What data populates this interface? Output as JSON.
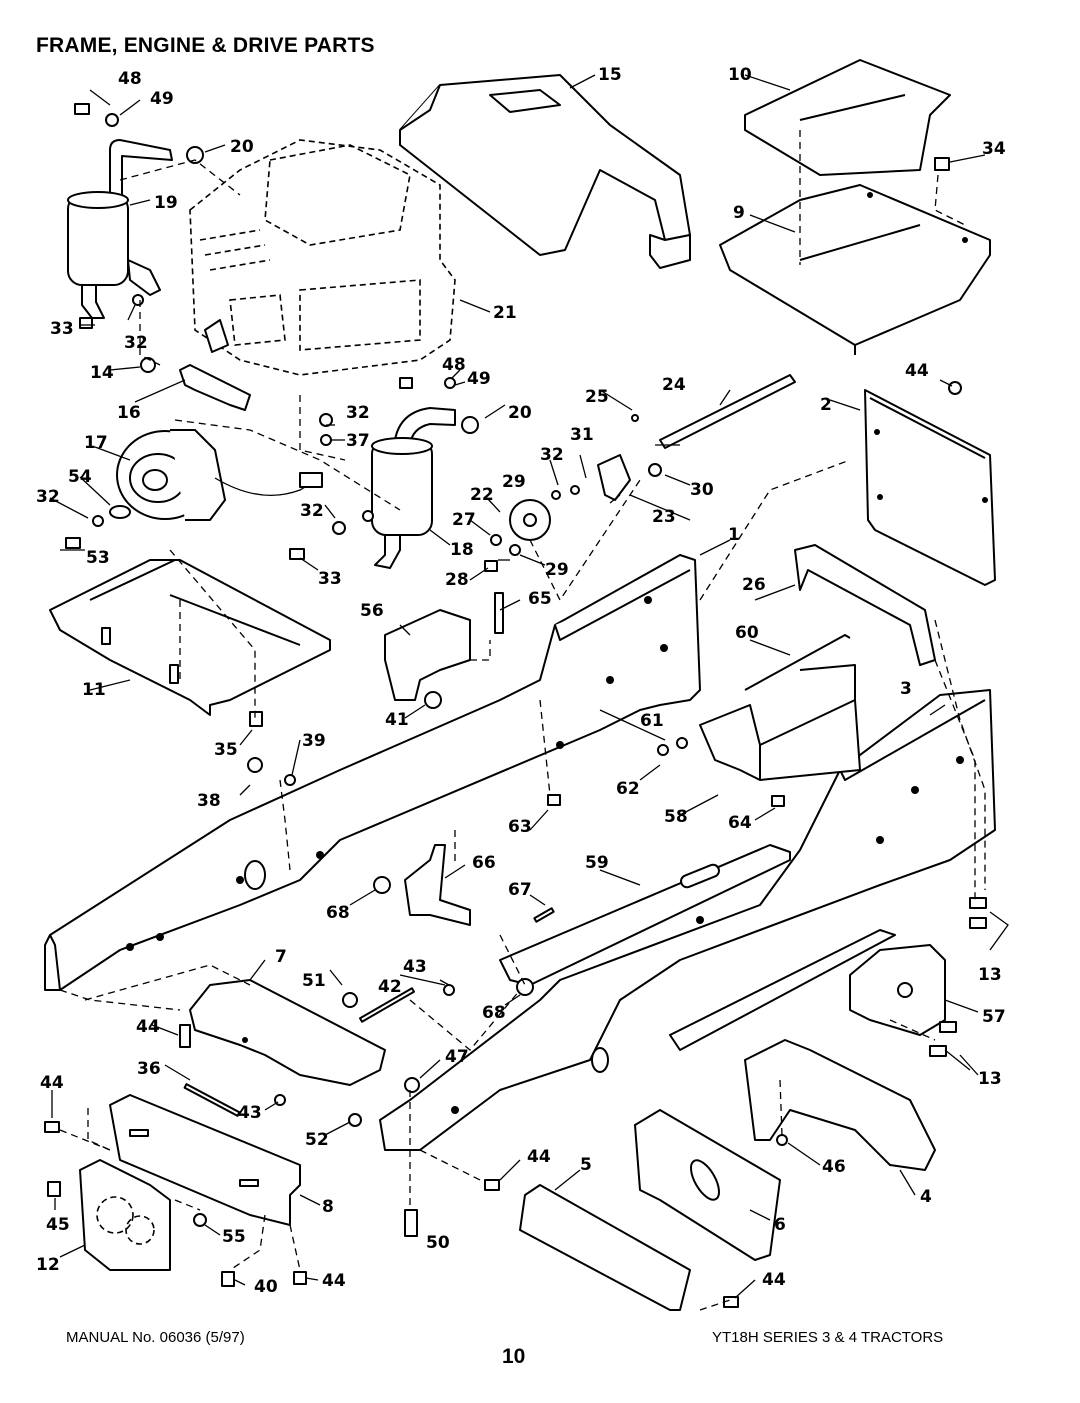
{
  "page": {
    "title": "FRAME, ENGINE & DRIVE PARTS",
    "footer_left": "MANUAL No. 06036 (5/97)",
    "footer_page": "10",
    "footer_right": "YT18H SERIES 3 & 4 TRACTORS"
  },
  "labels": {
    "p1": "1",
    "p2": "2",
    "p3": "3",
    "p4": "4",
    "p5": "5",
    "p6": "6",
    "p7": "7",
    "p8": "8",
    "p9": "9",
    "p10": "10",
    "p11": "11",
    "p12": "12",
    "p13a": "13",
    "p13b": "13",
    "p13c": "13",
    "p14": "14",
    "p15": "15",
    "p16": "16",
    "p17": "17",
    "p18": "18",
    "p19": "19",
    "p20a": "20",
    "p20b": "20",
    "p21": "21",
    "p22": "22",
    "p23": "23",
    "p24": "24",
    "p25": "25",
    "p26": "26",
    "p27": "27",
    "p28": "28",
    "p29a": "29",
    "p29b": "29",
    "p30": "30",
    "p31": "31",
    "p32a": "32",
    "p32b": "32",
    "p32c": "32",
    "p32d": "32",
    "p32e": "32",
    "p33a": "33",
    "p33b": "33",
    "p34": "34",
    "p35": "35",
    "p36": "36",
    "p37": "37",
    "p38": "38",
    "p39": "39",
    "p40": "40",
    "p41": "41",
    "p42": "42",
    "p43a": "43",
    "p43b": "43",
    "p44a": "44",
    "p44b": "44",
    "p44c": "44",
    "p44d": "44",
    "p44e": "44",
    "p44f": "44",
    "p45": "45",
    "p46": "46",
    "p47": "47",
    "p48a": "48",
    "p48b": "48",
    "p49a": "49",
    "p49b": "49",
    "p50": "50",
    "p51": "51",
    "p52": "52",
    "p53": "53",
    "p54": "54",
    "p55": "55",
    "p56": "56",
    "p57": "57",
    "p58": "58",
    "p59": "59",
    "p60": "60",
    "p61": "61",
    "p62": "62",
    "p63": "63",
    "p64": "64",
    "p65": "65",
    "p66": "66",
    "p67": "67",
    "p68a": "68",
    "p68b": "68"
  }
}
